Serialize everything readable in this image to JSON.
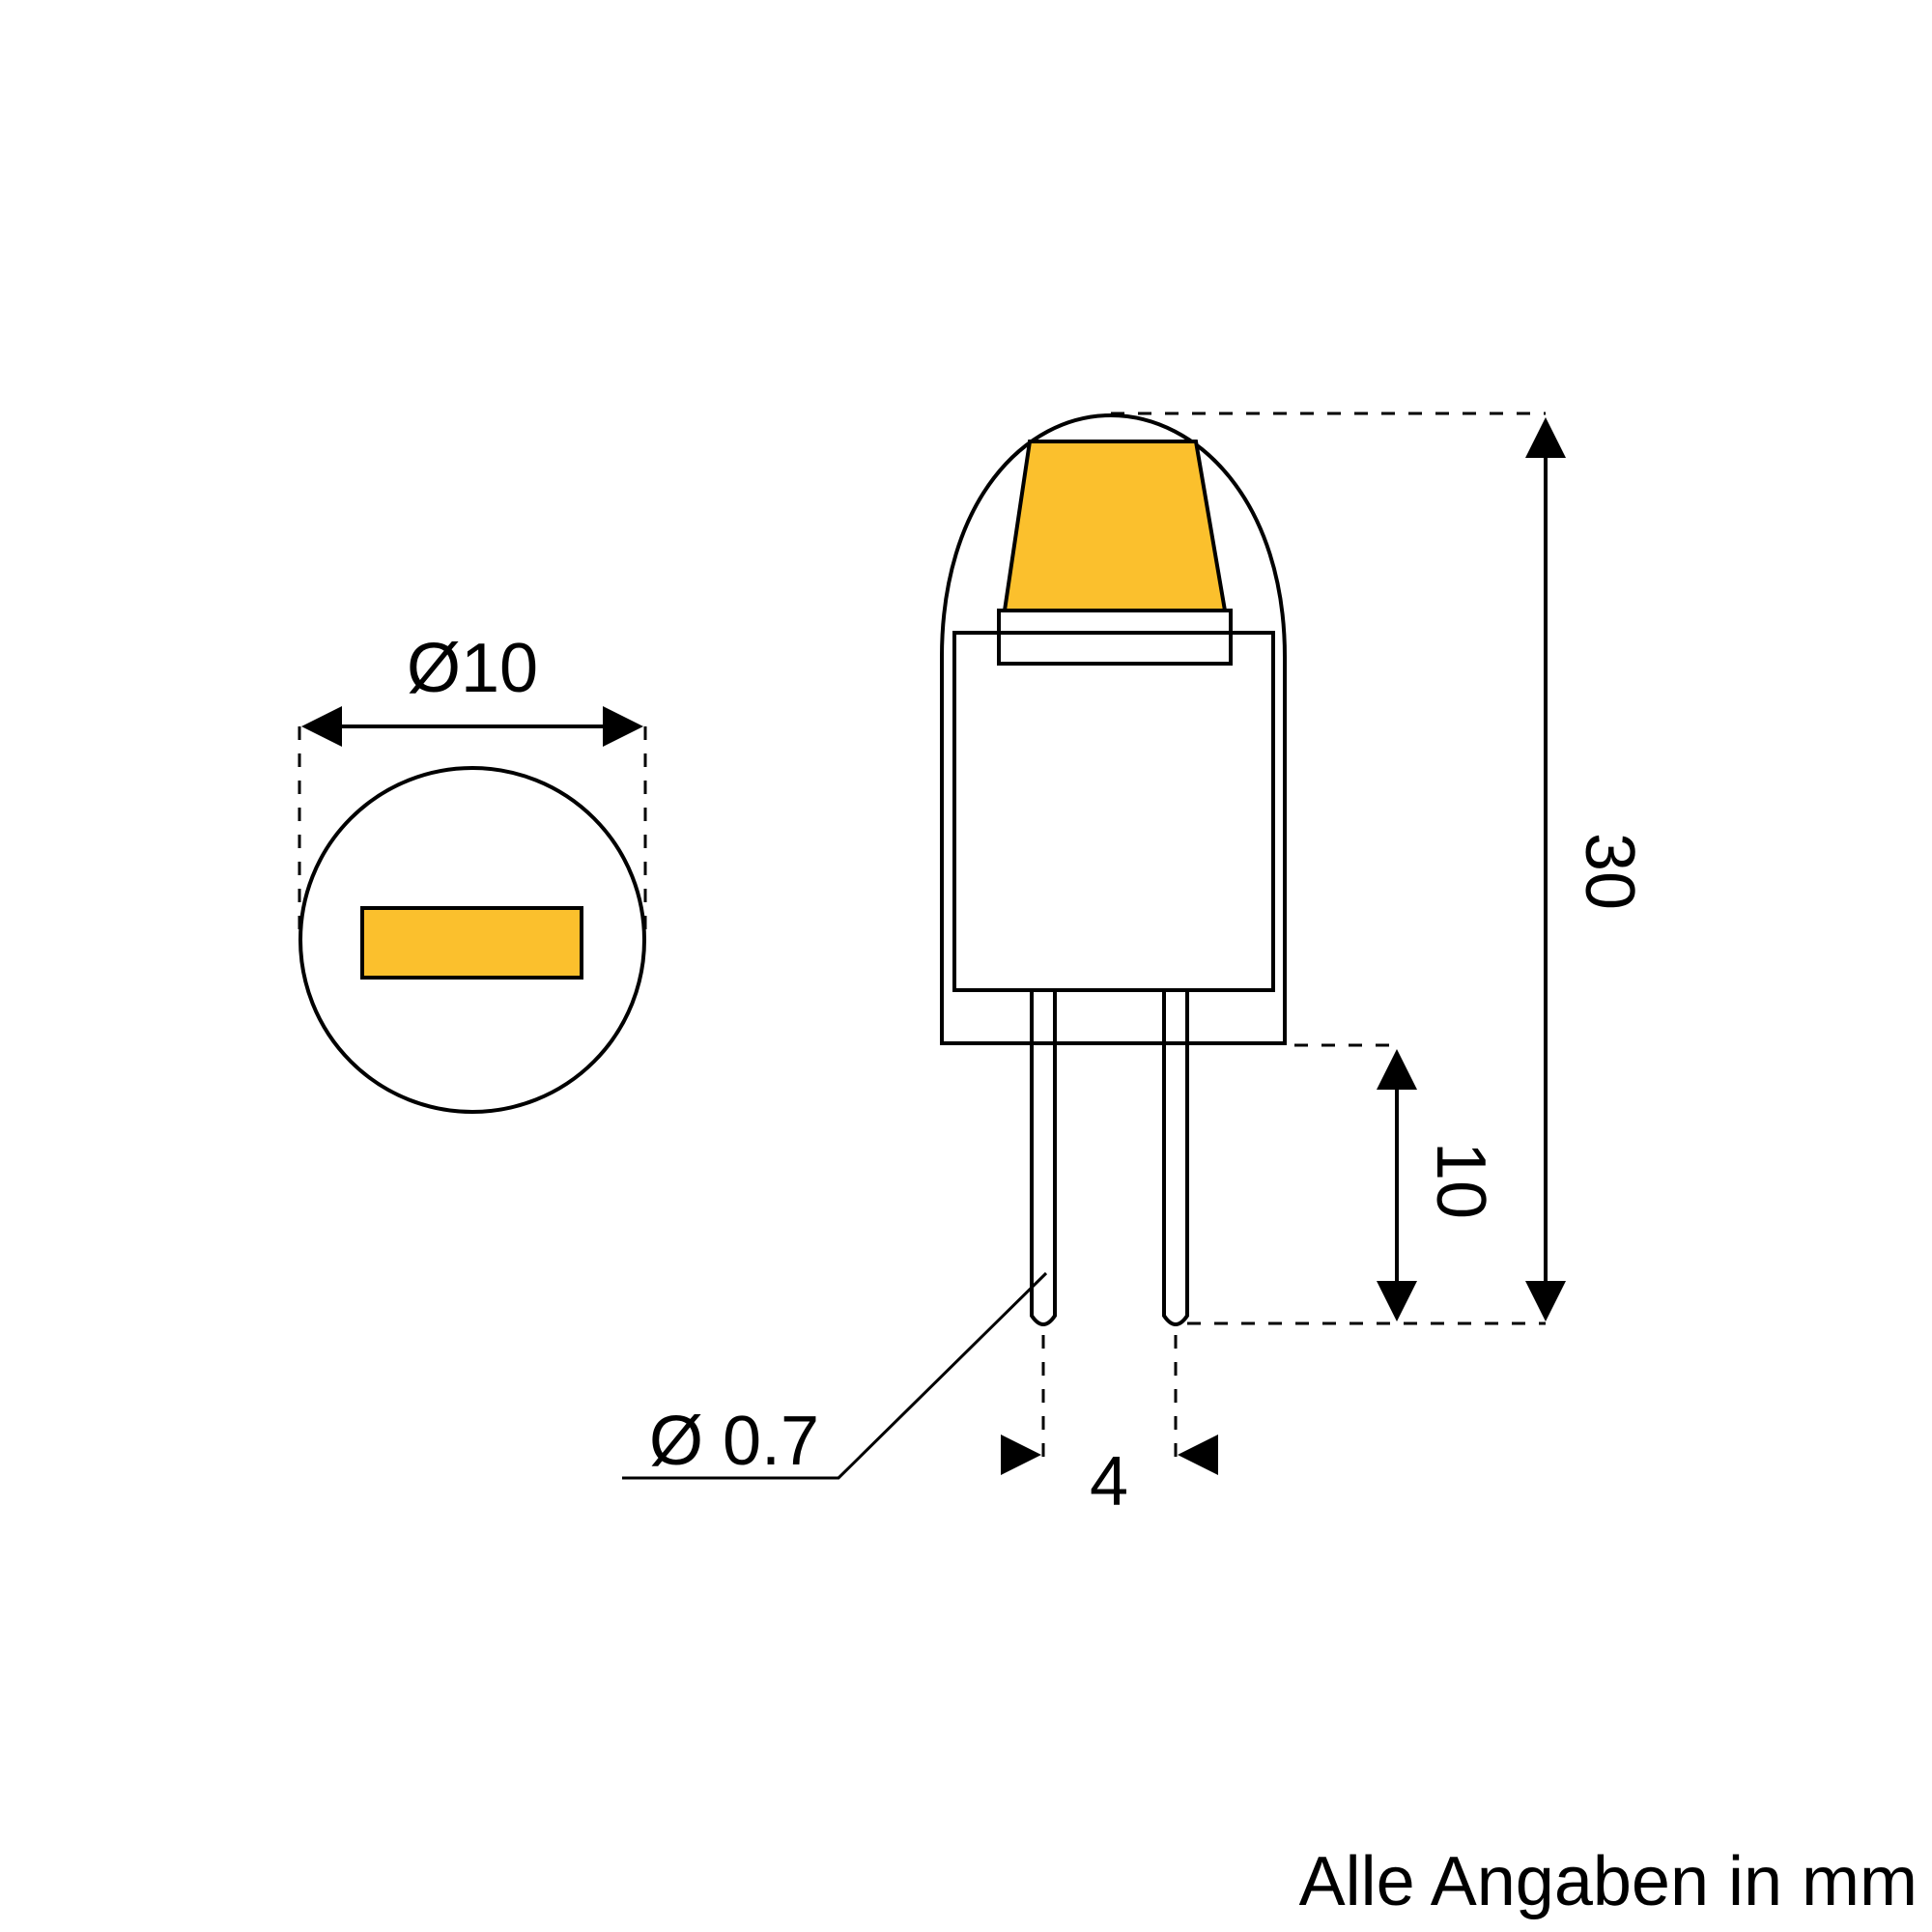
{
  "diagram": {
    "type": "technical-dimension-drawing",
    "subject": "G4 LED bulb",
    "colors": {
      "led": "#FBC02D",
      "line": "#000000",
      "background": "#ffffff"
    },
    "top_view": {
      "diameter_label": "Ø10"
    },
    "side_view": {
      "total_height_label": "30",
      "pin_length_label": "10",
      "pin_spacing_label": "4",
      "pin_diameter_label": "Ø 0.7"
    },
    "footer": {
      "note": "Alle Angaben in mm"
    }
  }
}
